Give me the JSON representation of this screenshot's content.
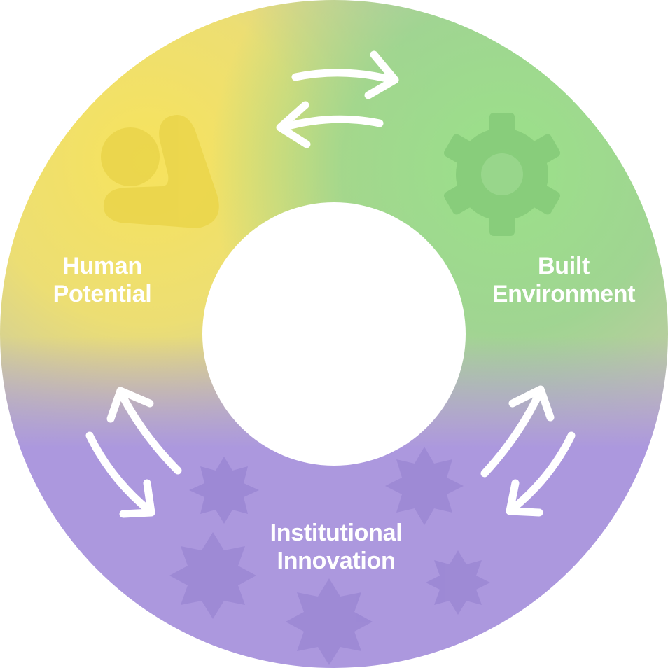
{
  "segments": {
    "human_potential": {
      "line1": "Human",
      "line2": "Potential",
      "color": "#F5E35A",
      "icon": "person-icon"
    },
    "built_environment": {
      "line1": "Built",
      "line2": "Environment",
      "color": "#9BDD8A",
      "icon": "gear-icon"
    },
    "institutional_innovation": {
      "line1": "Institutional",
      "line2": "Innovation",
      "color": "#AC98DE",
      "icon": "starburst-icon"
    }
  },
  "arrows": [
    {
      "name": "arrows-human-built",
      "icon": "bidirectional-arrows-icon"
    },
    {
      "name": "arrows-human-institutional",
      "icon": "bidirectional-arrows-icon"
    },
    {
      "name": "arrows-built-institutional",
      "icon": "bidirectional-arrows-icon"
    }
  ]
}
